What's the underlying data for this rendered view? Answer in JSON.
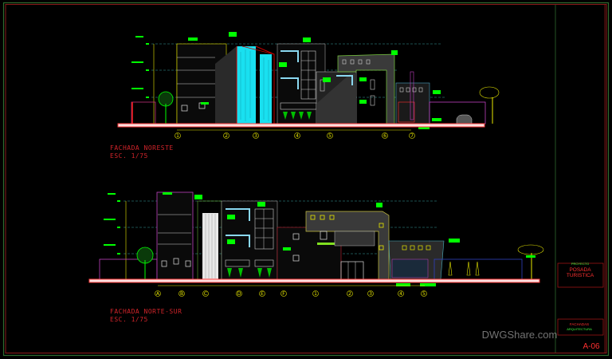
{
  "sheet": {
    "frame_colors": {
      "outer": "#2f6b2f",
      "inner": "#8a1a1a",
      "background": "#000000"
    },
    "watermark": "DWGShare.com"
  },
  "elevations": [
    {
      "title": "FACHADA NORESTE",
      "scale": "ESC. 1/75",
      "grid_axes": [
        "1",
        "2",
        "3",
        "4",
        "5",
        "6",
        "7"
      ]
    },
    {
      "title": "FACHADA NORTE-SUR",
      "scale": "ESC. 1/75",
      "grid_axes": [
        "A",
        "B",
        "C",
        "D",
        "E",
        "F",
        "1",
        "2",
        "3",
        "4",
        "5"
      ]
    }
  ],
  "title_block": {
    "project_label": "PROYECTO",
    "project_name_1": "POSADA",
    "project_name_2": "TURISTICA",
    "content_label": "FACHADAS",
    "discipline": "ARQUITECTURA",
    "sheet_number": "A-06"
  },
  "colors": {
    "ground_line": "#ff3b3b",
    "annotation": "#00ff00",
    "waterfall": "#19e0f0",
    "title_text": "#d0242a"
  }
}
